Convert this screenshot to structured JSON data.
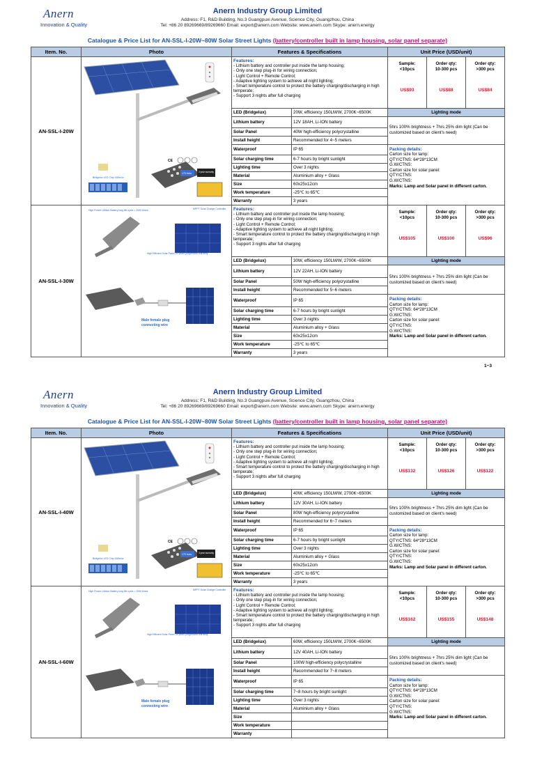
{
  "header": {
    "logo_brand": "Anern",
    "logo_tagline": "Innovation & Quality",
    "company": "Anern Industry Group Limited",
    "address": "Address: F1, R&D Building, No.3 Guangpuxi Avenue, Science City, Guangzhou, China",
    "contact": "Tel: +86 20 89269669/89269660        Email: export@anern.com        Website: www.anern.com    Skype: anern.energy",
    "title_main": "Catalogue & Price List for AN-SSL-I-20W~80W Solar Street Lights ",
    "title_highlight": "(battery/controller built in lamp housing, solar panel separate)"
  },
  "columns": {
    "item": "Item. No.",
    "photo": "Photo",
    "features": "Features & Specifications",
    "price": "Unit Price (USD/unit)"
  },
  "features_common": {
    "heading": "Features:",
    "lines": [
      "- Lithium battery and controller put inside the lamp housing;",
      "- Only one step plug-in for wiring connection;",
      "- Light Control + Remote Control;",
      "- Adaptive lighting system to achieve all night lighting;",
      "- Smart temperature control to protect the battery charging/discharging in high temperate;",
      "- Support 3 nights after full charging"
    ]
  },
  "qty_labels": [
    "Sample:\n<10pcs",
    "Order qty:\n10-300 pcs",
    "Order qty:\n>300 pcs"
  ],
  "spec_labels": [
    "LED (Bridgelux)",
    "Lithium battery",
    "Solar Panel",
    "Install height",
    "Waterproof",
    "Solar charging time",
    "Lighting time",
    "Material",
    "Size",
    "Work temperature",
    "Warranty"
  ],
  "lighting_mode": {
    "label": "Lighting mode",
    "text": "5hrs 100% brightness + 7hrs 25% dim light (Can be customized based on client's need)"
  },
  "packing": {
    "heading": "Packing details:",
    "lines": [
      "Carton size for lamp:",
      "QTY/CTNS: 64*28*13CM",
      "G.W/CTNS:",
      "Carton size for solar panel:",
      "QTY/CTNS:",
      "G.W/CTNS:"
    ],
    "marks": "Marks: Lamp and Solar panel in different carton."
  },
  "photo_labels": {
    "battery": "High Power Lithium Battery long life cycle > 2000 times",
    "led": "Bridgelux LED Chip 160lm/w",
    "panel": "High Efficient Solar Panel 25 years progressive warranty",
    "controller": "MPPT Solar Charge Controller",
    "plug": "Male female plug connecting wire",
    "warranty": "3 year warranty",
    "led_badge": "170 lm/w"
  },
  "pages": [
    {
      "page_number": "1~3",
      "products": [
        {
          "item": "AN-SSL-I-20W",
          "prices": [
            "US$93",
            "US$88",
            "US$84"
          ],
          "specs": [
            "20W, efficiency 150LM/W, 2700K~6500K",
            "12V 18AH, Li-ION battery",
            "40W high-efficiency polycrystalline",
            "Recommended for 4~5 meters",
            "IP 65",
            "6-7 hours by bright sunlight",
            "Over 3 nights",
            "Aluminium alloy + Glass",
            "60x25x12cm",
            "-25℃ to 65℃",
            "3 years"
          ]
        },
        {
          "item": "AN-SSL-I-30W",
          "prices": [
            "US$105",
            "US$100",
            "US$96"
          ],
          "specs": [
            "30W, efficiency 150LM/W, 2700K~6500K",
            "12V 22AH, Li-ION battery",
            "50W high-efficiency polycrystalline",
            "Recommended for 5~6 meters",
            "IP 65",
            "6-7 hours by bright sunlight",
            "Over 3 nights",
            "Aluminium alloy + Glass",
            "60x25x12cm",
            "-25℃ to 65℃",
            "3 years"
          ]
        }
      ]
    },
    {
      "page_number": "",
      "products": [
        {
          "item": "AN-SSL-I-40W",
          "prices": [
            "US$132",
            "US$126",
            "US$122"
          ],
          "specs": [
            "40W, efficiency 150LM/W, 2700K~6500K",
            "12V 30AH, Li-ION battery",
            "80W high-efficiency polycrystalline",
            "Recommended for 6~7 meters",
            "IP 65",
            "6-7 hours by bright sunlight",
            "Over 3 nights",
            "Aluminium alloy + Glass",
            "60x25x12cm",
            "-25℃ to 65℃",
            "3 years"
          ]
        },
        {
          "item": "AN-SSL-I-60W",
          "prices": [
            "US$162",
            "US$155",
            "US$148"
          ],
          "specs": [
            "60W, efficiency 150LM/W, 2700K~6500K",
            "12V 40AH, Li-ION battery",
            "100W high-efficiency polycrystalline",
            "Recommended for 7~8 meters",
            "IP 65",
            "7~8 hours by bright sunlight",
            "Over 3 nights",
            "Aluminium alloy + Glass",
            "",
            "",
            ""
          ]
        }
      ]
    }
  ]
}
